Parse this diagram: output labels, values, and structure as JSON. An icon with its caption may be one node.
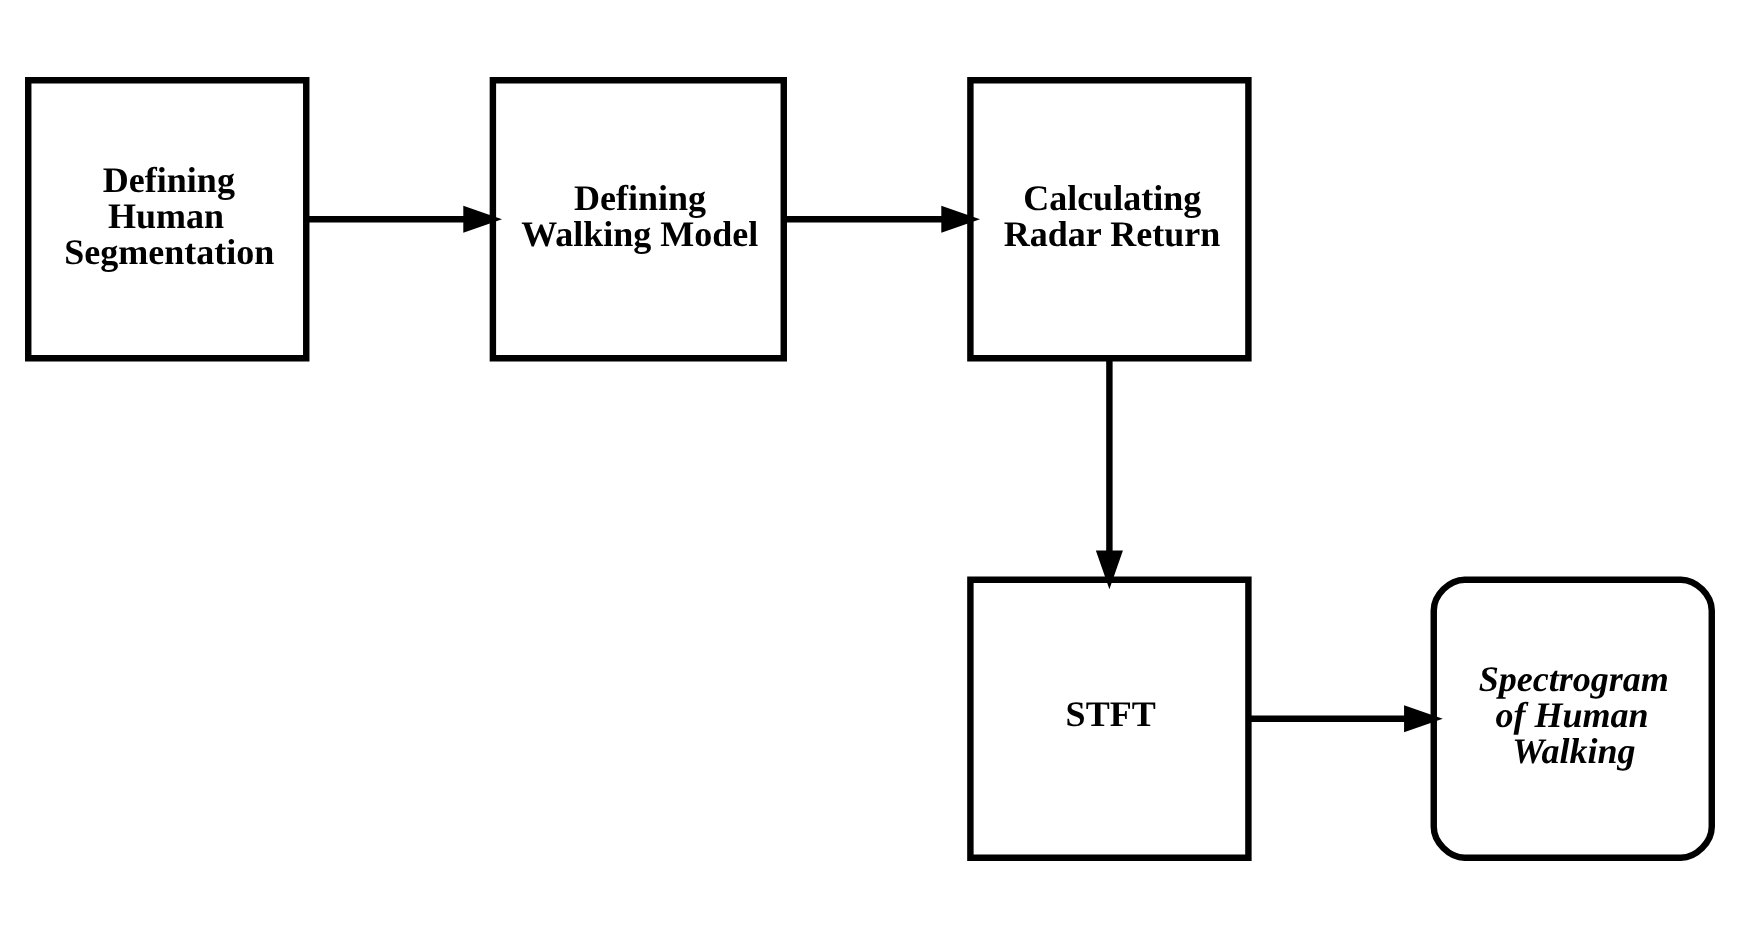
{
  "diagram": {
    "nodes": [
      {
        "text": [
          "Defining Human Segmentation"
        ]
      },
      {
        "text": [
          "Defining Walking Model"
        ]
      },
      {
        "text": [
          "Calculating Radar Return"
        ]
      },
      {
        "text": [
          "Spectrogram of Human Walking"
        ]
      },
      {
        "text": [
          "STFT"
        ]
      }
    ],
    "edges": [
      {
        "from": 0,
        "to": 1,
        "arrow": "to"
      },
      {
        "from": 1,
        "to": 2,
        "arrow": "to"
      },
      {
        "from": 2,
        "to": 4,
        "arrow": "to"
      },
      {
        "from": 4,
        "to": 3,
        "arrow": "to"
      }
    ]
  }
}
